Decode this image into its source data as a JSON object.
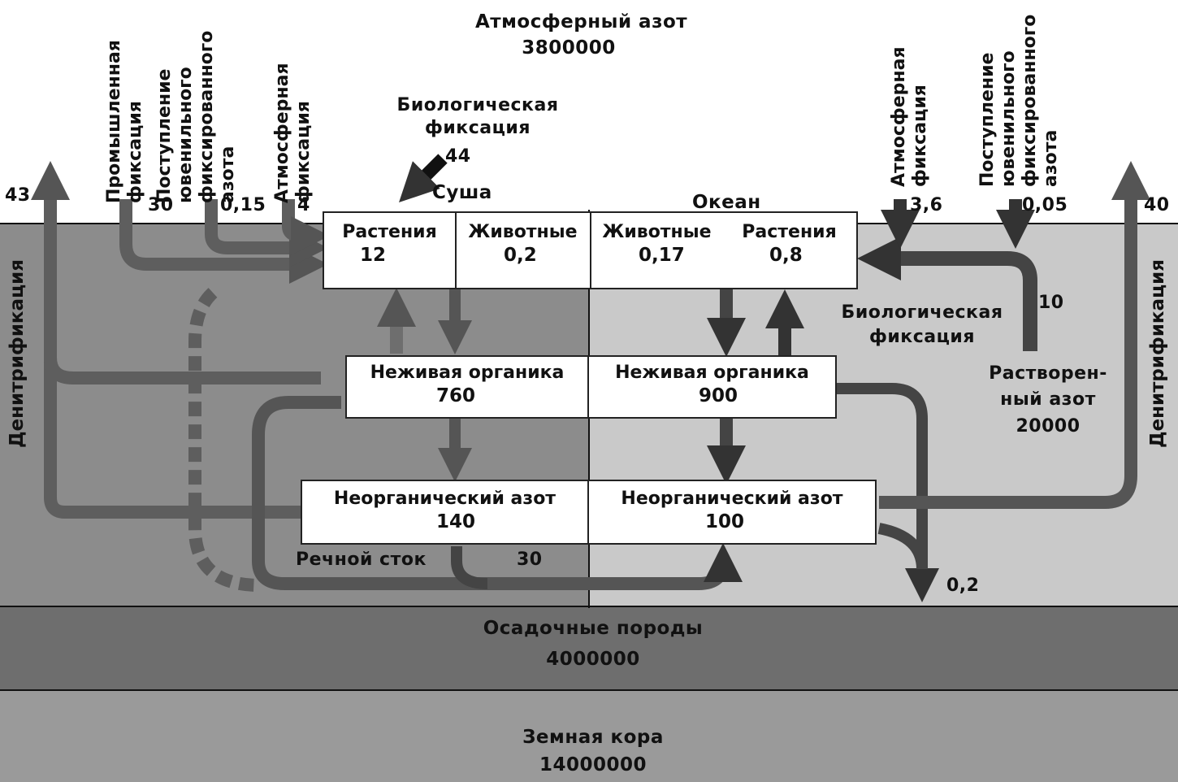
{
  "atmosphere": {
    "label": "Атмосферный азот",
    "value": "3800000"
  },
  "realms": {
    "land": "Суша",
    "ocean": "Океан"
  },
  "land": {
    "inputs": {
      "industrial": {
        "label": "Промышленная\nфиксация",
        "value": "30"
      },
      "juvenile": {
        "label": "Поступление\nювенильного\nфиксированного\nазота",
        "value": "0,15"
      },
      "atmospheric": {
        "label": "Атмосферная\nфиксация",
        "value": "4"
      },
      "biological": {
        "label": "Биологическая\nфиксация",
        "value": "44"
      }
    },
    "denitrification": {
      "label": "Денитрификация",
      "value": "43"
    },
    "plants": {
      "label": "Растения",
      "value": "12"
    },
    "animals": {
      "label": "Животные",
      "value": "0,2"
    },
    "dead_organic": {
      "label": "Неживая органика",
      "value": "760"
    },
    "inorganic": {
      "label": "Неорганический азот",
      "value": "140"
    },
    "river": {
      "label": "Речной сток",
      "value": "30"
    }
  },
  "ocean": {
    "inputs": {
      "atmospheric": {
        "label": "Атмосферная\nфиксация",
        "value": "3,6"
      },
      "juvenile": {
        "label": "Поступление\nювенильного\nфиксированного\nазота",
        "value": "0,05"
      },
      "biological": {
        "label": "Биологическая\nфиксация",
        "value": "10"
      }
    },
    "denitrification": {
      "label": "Денитрификация",
      "value": "40"
    },
    "animals": {
      "label": "Животные",
      "value": "0,17"
    },
    "plants": {
      "label": "Растения",
      "value": "0,8"
    },
    "dead_organic": {
      "label": "Неживая органика",
      "value": "900"
    },
    "inorganic": {
      "label": "Неорганический азот",
      "value": "100"
    },
    "dissolved": {
      "label": "Растворен-\nный азот",
      "value": "20000"
    },
    "sediment_flux": {
      "value": "0,2"
    }
  },
  "sediments": {
    "label": "Осадочные породы",
    "value": "4000000"
  },
  "crust": {
    "label": "Земная кора",
    "value": "14000000"
  },
  "colors": {
    "land": "#8c8c8c",
    "ocean": "#c9c9c9",
    "sediment": "#6e6e6e",
    "crust": "#9a9a9a",
    "flow": "#5a5a5a"
  }
}
